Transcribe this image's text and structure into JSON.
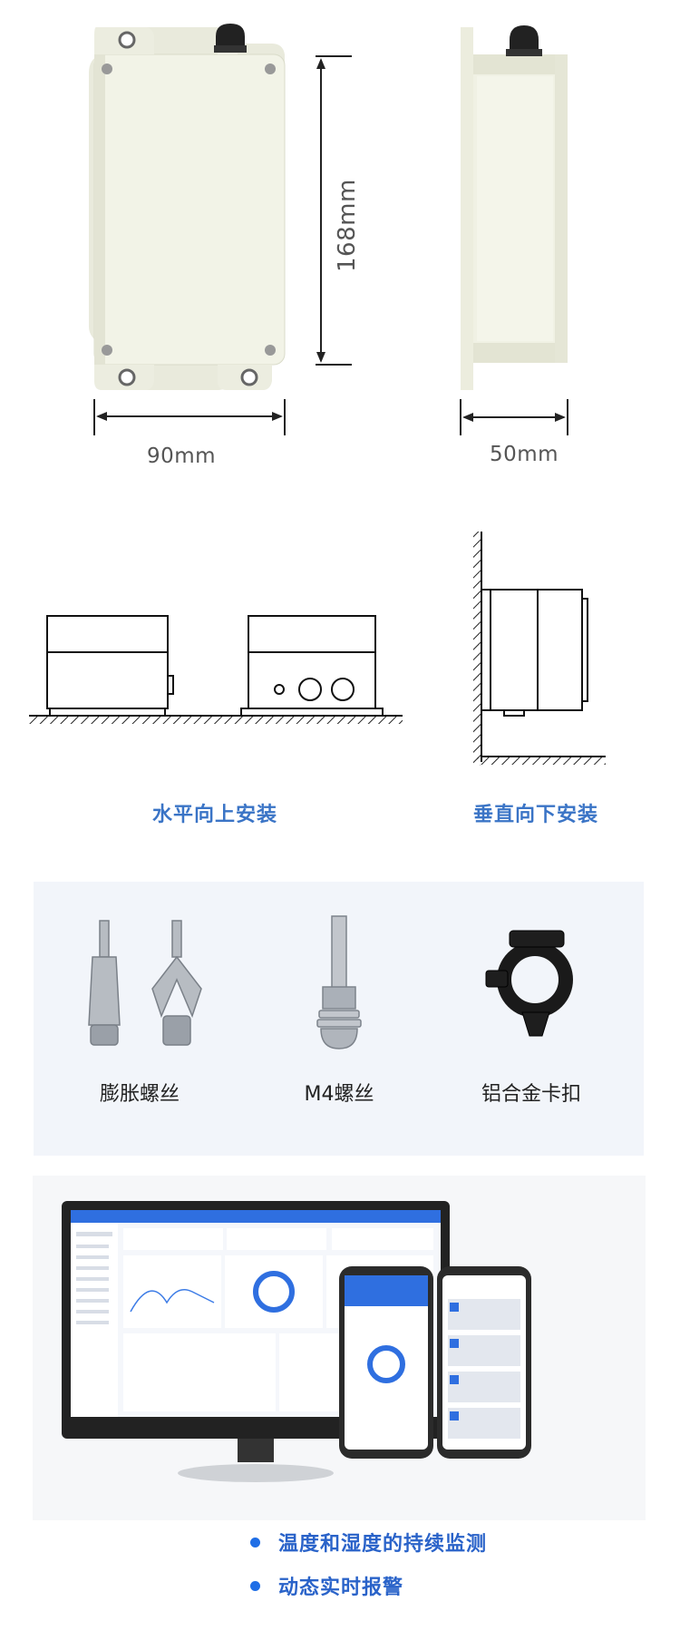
{
  "dimensions": {
    "height": "168mm",
    "width": "90mm",
    "depth": "50mm"
  },
  "installation": {
    "horizontal": "水平向上安装",
    "vertical": "垂直向下安装"
  },
  "accessories": [
    {
      "label": "膨胀螺丝"
    },
    {
      "label": "M4螺丝"
    },
    {
      "label": "铝合金卡扣"
    }
  ],
  "features": [
    "温度和湿度的持续监测",
    "动态实时报警"
  ],
  "colors": {
    "caption_blue": "#3a74c6",
    "bullet_blue": "#1f6ee6",
    "panel_bg": "#f2f5fa",
    "enclosure": "#f1f1e6"
  }
}
